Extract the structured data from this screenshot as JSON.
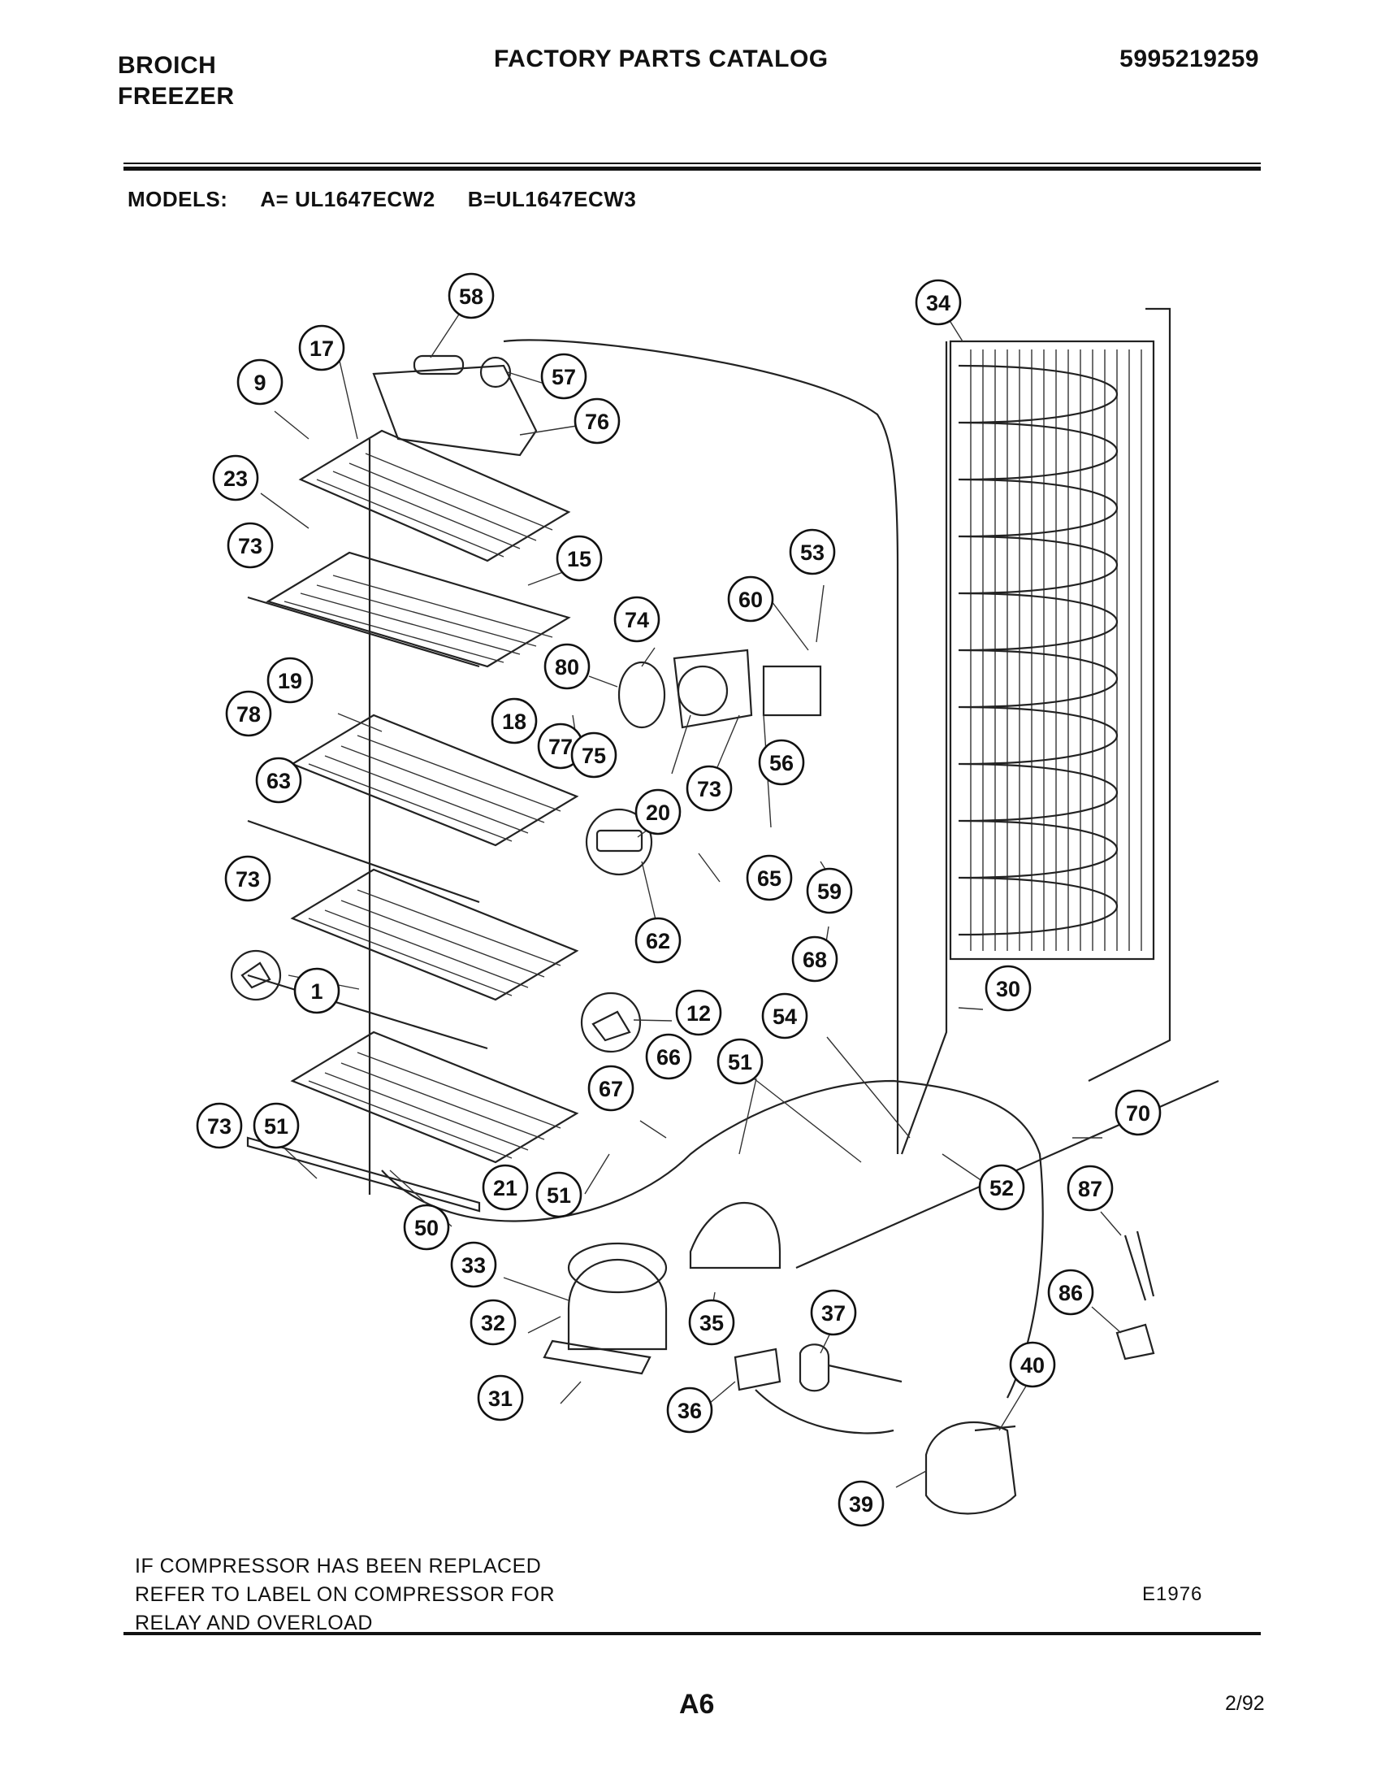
{
  "header": {
    "brand_line1": "BROICH",
    "brand_line2": "FREEZER",
    "title": "FACTORY PARTS CATALOG",
    "catalog_number": "5995219259"
  },
  "models": {
    "label": "MODELS:",
    "model_a": "A= UL1647ECW2",
    "model_b": "B=UL1647ECW3"
  },
  "callouts": [
    "58",
    "34",
    "17",
    "9",
    "57",
    "76",
    "23",
    "73",
    "15",
    "53",
    "60",
    "74",
    "80",
    "19",
    "18",
    "78",
    "77",
    "75",
    "56",
    "73",
    "63",
    "20",
    "65",
    "59",
    "73",
    "62",
    "68",
    "1",
    "12",
    "30",
    "54",
    "66",
    "51",
    "67",
    "70",
    "73",
    "51",
    "52",
    "87",
    "21",
    "51",
    "50",
    "33",
    "86",
    "35",
    "37",
    "32",
    "40",
    "31",
    "36",
    "39"
  ],
  "note": {
    "line1": "IF COMPRESSOR HAS BEEN REPLACED",
    "line2": "REFER TO LABEL ON COMPRESSOR FOR",
    "line3": "RELAY AND OVERLOAD"
  },
  "figure_code": "E1976",
  "page_number": "A6",
  "date": "2/92"
}
